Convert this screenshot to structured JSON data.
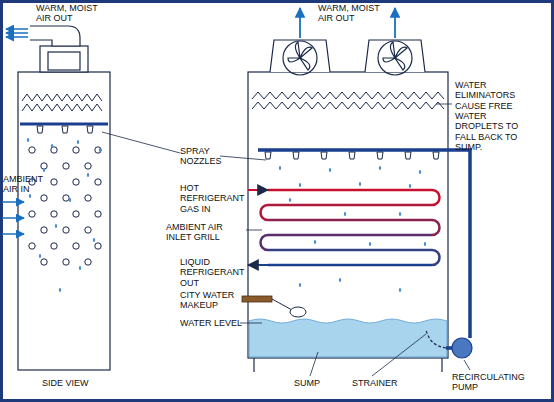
{
  "diagram": {
    "labels": [
      "WARM, MOIST AIR OUT",
      "WARM, MOIST AIR OUT",
      "WATER ELIMINATORS CAUSE FREE WATER DROPLETS TO FALL BACK TO SUMP.",
      "AMBIENT AIR IN",
      "SPRAY NOZZLES",
      "HOT REFRIGERANT GAS IN",
      "AMBIENT AIR INLET GRILL",
      "LIQUID REFRIGERANT OUT",
      "CITY WATER MAKEUP",
      "WATER LEVEL",
      "SIDE VIEW",
      "SUMP",
      "STRAINER",
      "RECIRCULATING PUMP"
    ]
  }
}
